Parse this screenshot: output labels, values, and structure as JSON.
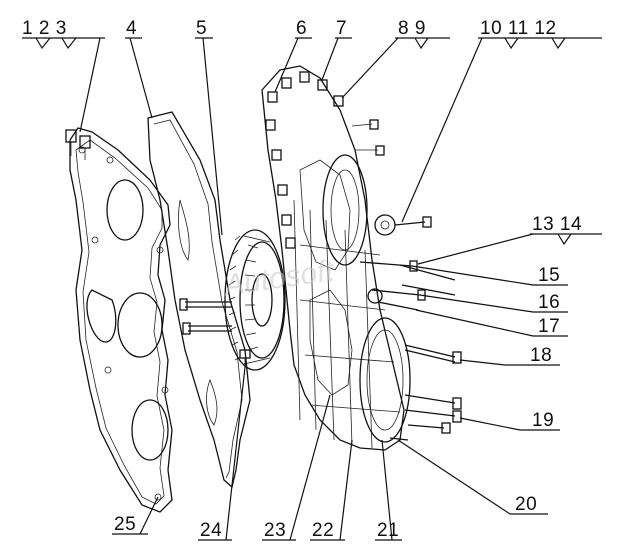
{
  "labels": {
    "l1_2_3": "1 2 3",
    "l4": "4",
    "l5": "5",
    "l6": "6",
    "l7": "7",
    "l8_9": "8 9",
    "l10_11_12": "10 11 12",
    "l13_14": "13 14",
    "l15": "15",
    "l16": "16",
    "l17": "17",
    "l18": "18",
    "l19": "19",
    "l20": "20",
    "l21": "21",
    "l22": "22",
    "l23": "23",
    "l24": "24",
    "l25": "25"
  },
  "watermark": "Autosoft"
}
